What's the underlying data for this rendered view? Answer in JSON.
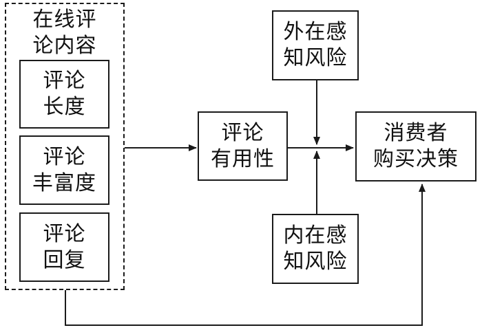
{
  "group": {
    "title_line1": "在线评",
    "title_line2": "论内容",
    "items": [
      {
        "line1": "评论",
        "line2": "长度"
      },
      {
        "line1": "评论",
        "line2": "丰富度"
      },
      {
        "line1": "评论",
        "line2": "回复"
      }
    ]
  },
  "usefulness": {
    "line1": "评论",
    "line2": "有用性"
  },
  "external_risk": {
    "line1": "外在感",
    "line2": "知风险"
  },
  "internal_risk": {
    "line1": "内在感",
    "line2": "知风险"
  },
  "decision": {
    "line1": "消费者",
    "line2": "购买决策"
  }
}
